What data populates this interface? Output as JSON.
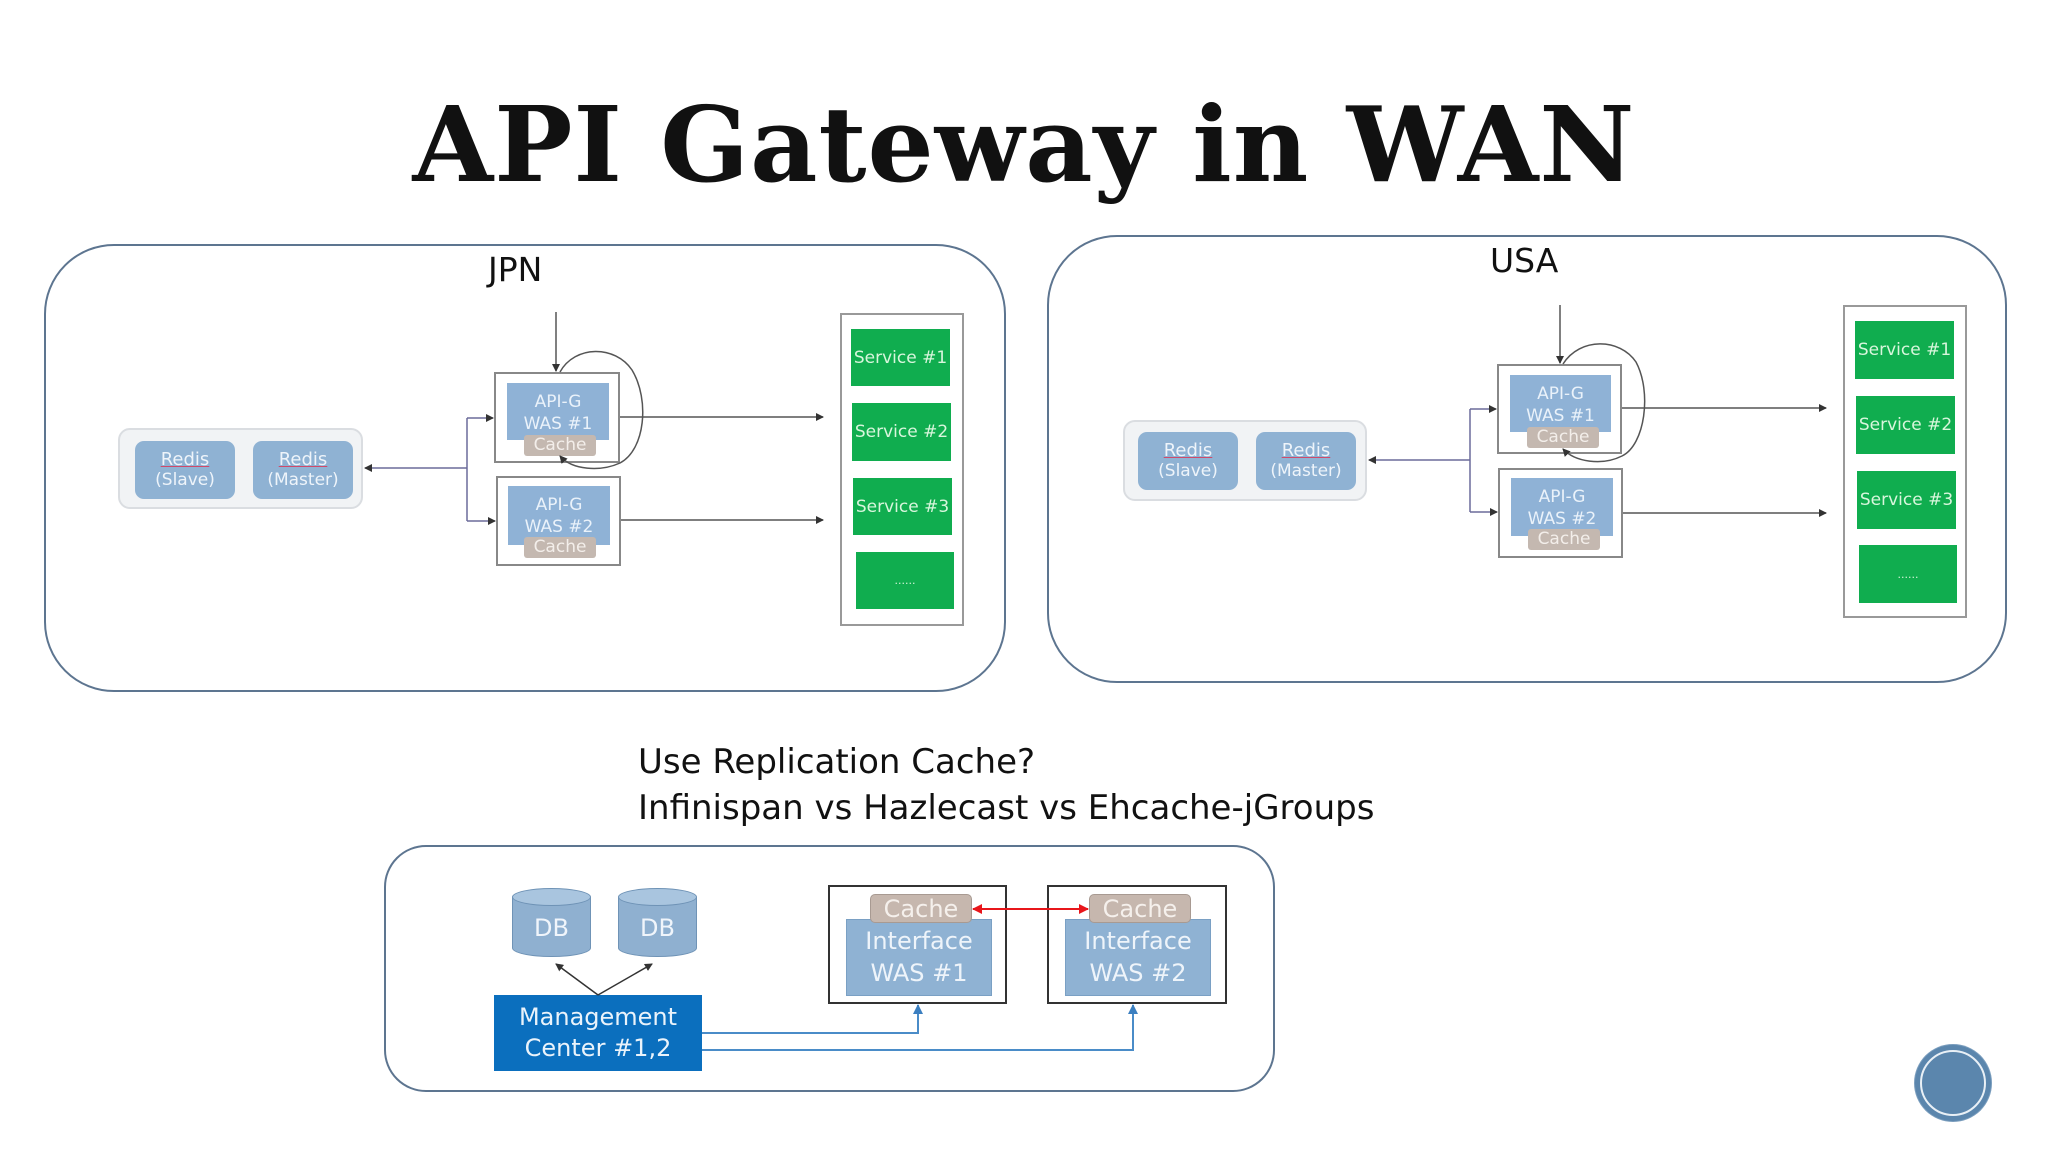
{
  "slide": {
    "title": "API Gateway in WAN"
  },
  "regions": {
    "jpn": {
      "label": "JPN",
      "redis": [
        {
          "name": "Redis",
          "role": "(Slave)"
        },
        {
          "name": "Redis",
          "role": "(Master)"
        }
      ],
      "gateways": [
        {
          "line1": "API-G",
          "line2": "WAS #1",
          "cache": "Cache"
        },
        {
          "line1": "API-G",
          "line2": "WAS #2",
          "cache": "Cache"
        }
      ],
      "services": [
        "Service #1",
        "Service #2",
        "Service #3",
        "......"
      ]
    },
    "usa": {
      "label": "USA",
      "redis": [
        {
          "name": "Redis",
          "role": "(Slave)"
        },
        {
          "name": "Redis",
          "role": "(Master)"
        }
      ],
      "gateways": [
        {
          "line1": "API-G",
          "line2": "WAS #1",
          "cache": "Cache"
        },
        {
          "line1": "API-G",
          "line2": "WAS #2",
          "cache": "Cache"
        }
      ],
      "services": [
        "Service #1",
        "Service #2",
        "Service #3",
        "......"
      ]
    }
  },
  "replication": {
    "question_line1": "Use Replication Cache?",
    "question_line2": "Infinispan vs Hazlecast vs Ehcache-jGroups",
    "databases": [
      "DB",
      "DB"
    ],
    "management": {
      "line1": "Management",
      "line2": "Center #1,2"
    },
    "interfaces": [
      {
        "cache": "Cache",
        "line1": "Interface",
        "line2": "WAS #1"
      },
      {
        "cache": "Cache",
        "line1": "Interface",
        "line2": "WAS #2"
      }
    ]
  },
  "colors": {
    "panel_border": "#5d7590",
    "box_blue": "#8fb2d3",
    "service_green": "#10ad4f",
    "cache_beige": "#c4b8b0",
    "management_blue": "#0b6fbe",
    "replication_arrow": "#e8161b",
    "link_blue": "#4a8cc8"
  }
}
